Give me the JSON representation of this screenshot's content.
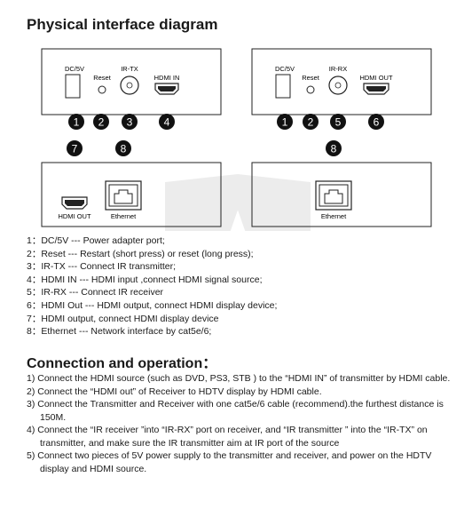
{
  "title": "Physical interface diagram",
  "transmitter": {
    "top_labels": [
      "DC/5V",
      "Reset",
      "IR-TX",
      "HDMI IN"
    ],
    "markers": [
      "1",
      "2",
      "3",
      "4"
    ],
    "bottom_markers": [
      "7",
      "8"
    ],
    "bottom_labels": [
      "HDMI OUT",
      "Ethernet"
    ]
  },
  "receiver": {
    "top_labels": [
      "DC/5V",
      "Reset",
      "IR-RX",
      "HDMI OUT"
    ],
    "markers": [
      "1",
      "2",
      "5",
      "6"
    ],
    "bottom_markers": [
      "8"
    ],
    "bottom_labels": [
      "Ethernet"
    ]
  },
  "legend": [
    "1：DC/5V --- Power adapter port;",
    "2：Reset --- Restart (short press) or reset (long press);",
    "3：IR-TX --- Connect IR transmitter;",
    "4：HDMI IN --- HDMI input ,connect HDMI signal source;",
    "5：IR-RX --- Connect IR receiver",
    "6：HDMI Out --- HDMI output, connect HDMI display device;",
    "7：HDMI output, connect HDMI display device",
    "8：Ethernet --- Network interface by cat5e/6;"
  ],
  "section_title": "Connection and operation：",
  "steps": [
    "1) Connect the HDMI source (such as DVD, PS3, STB ) to the “HDMI IN” of transmitter by HDMI cable.",
    "2) Connect the “HDMI out” of Receiver to HDTV display by HDMI cable.",
    "3) Connect the Transmitter and Receiver with one cat5e/6 cable (recommend).the furthest distance is 150M.",
    "4) Connect the “IR receiver ”into “IR-RX” port on receiver, and “IR transmitter ” into the “IR-TX” on transmitter, and make sure the IR transmitter aim at IR port of the source",
    "5) Connect two pieces of 5V power supply to the transmitter and receiver, and power on the HDTV display and HDMI source."
  ]
}
